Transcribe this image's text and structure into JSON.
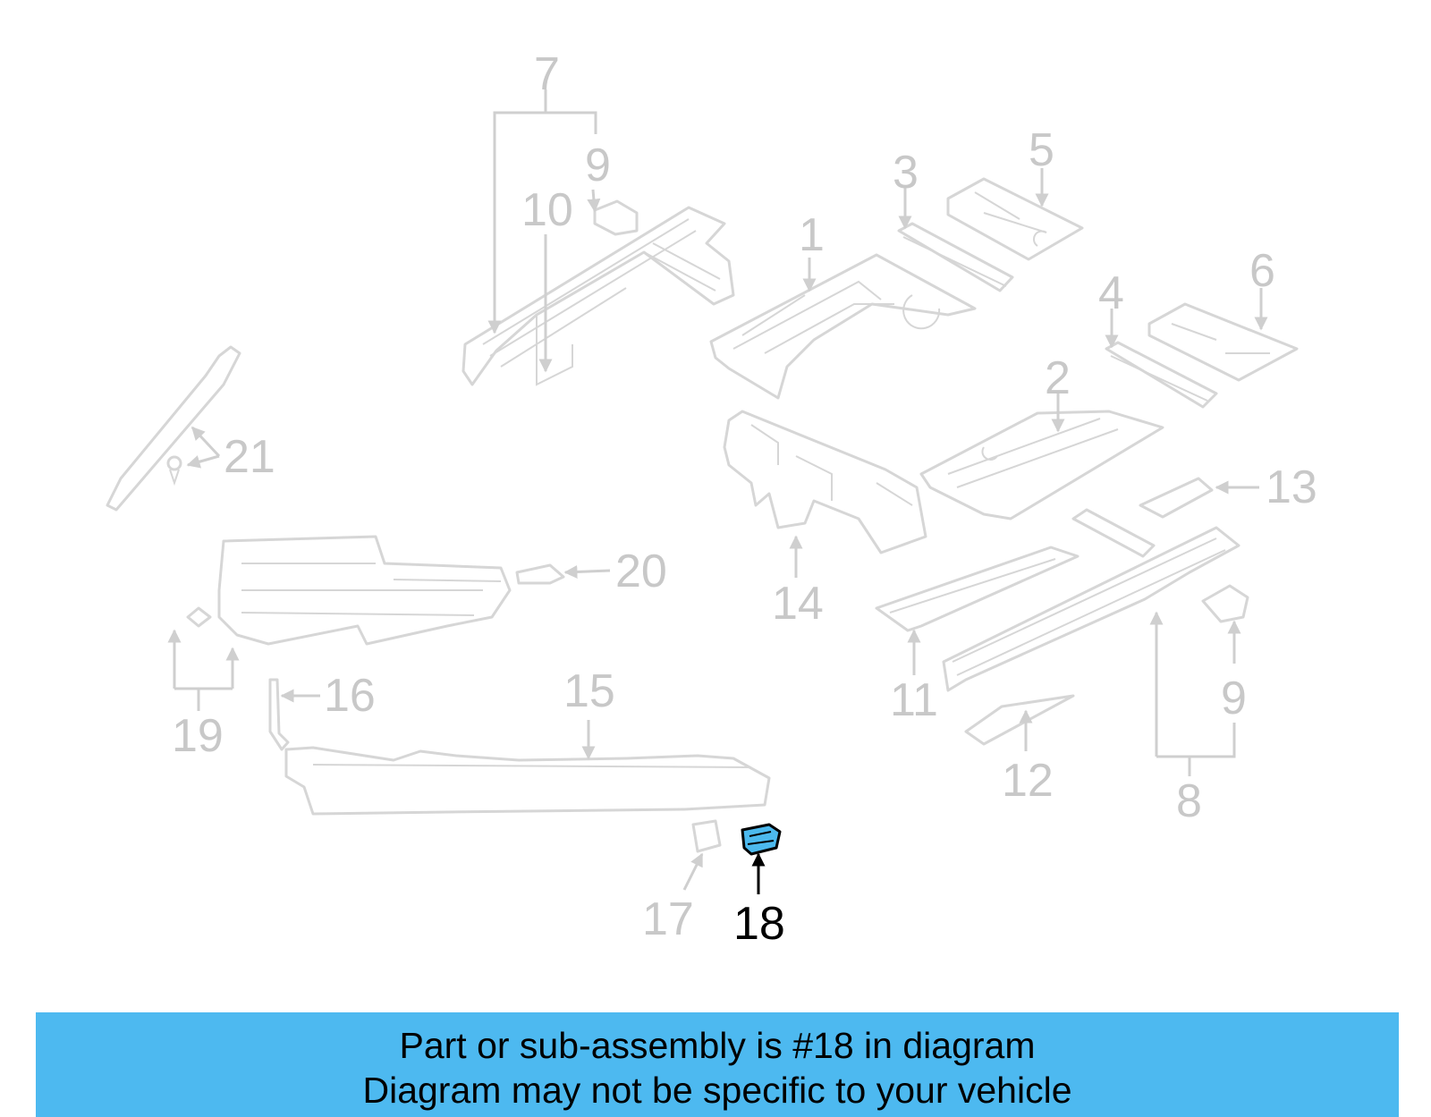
{
  "colors": {
    "part_line": "#d6d6d6",
    "highlight": "#4cb9ee",
    "banner": "#4db9f0",
    "active_label": "#000000",
    "inactive_label": "#c8c8c8"
  },
  "callouts": {
    "c1": "1",
    "c2": "2",
    "c3": "3",
    "c4": "4",
    "c5": "5",
    "c6": "6",
    "c7": "7",
    "c8": "8",
    "c9a": "9",
    "c9b": "9",
    "c10": "10",
    "c11": "11",
    "c12": "12",
    "c13": "13",
    "c14": "14",
    "c15": "15",
    "c16": "16",
    "c17": "17",
    "c18": "18",
    "c19": "19",
    "c20": "20",
    "c21": "21"
  },
  "highlighted_part": "18",
  "banner": {
    "line1": "Part or sub-assembly is #18 in diagram",
    "line2": "Diagram may not be specific to your vehicle"
  }
}
